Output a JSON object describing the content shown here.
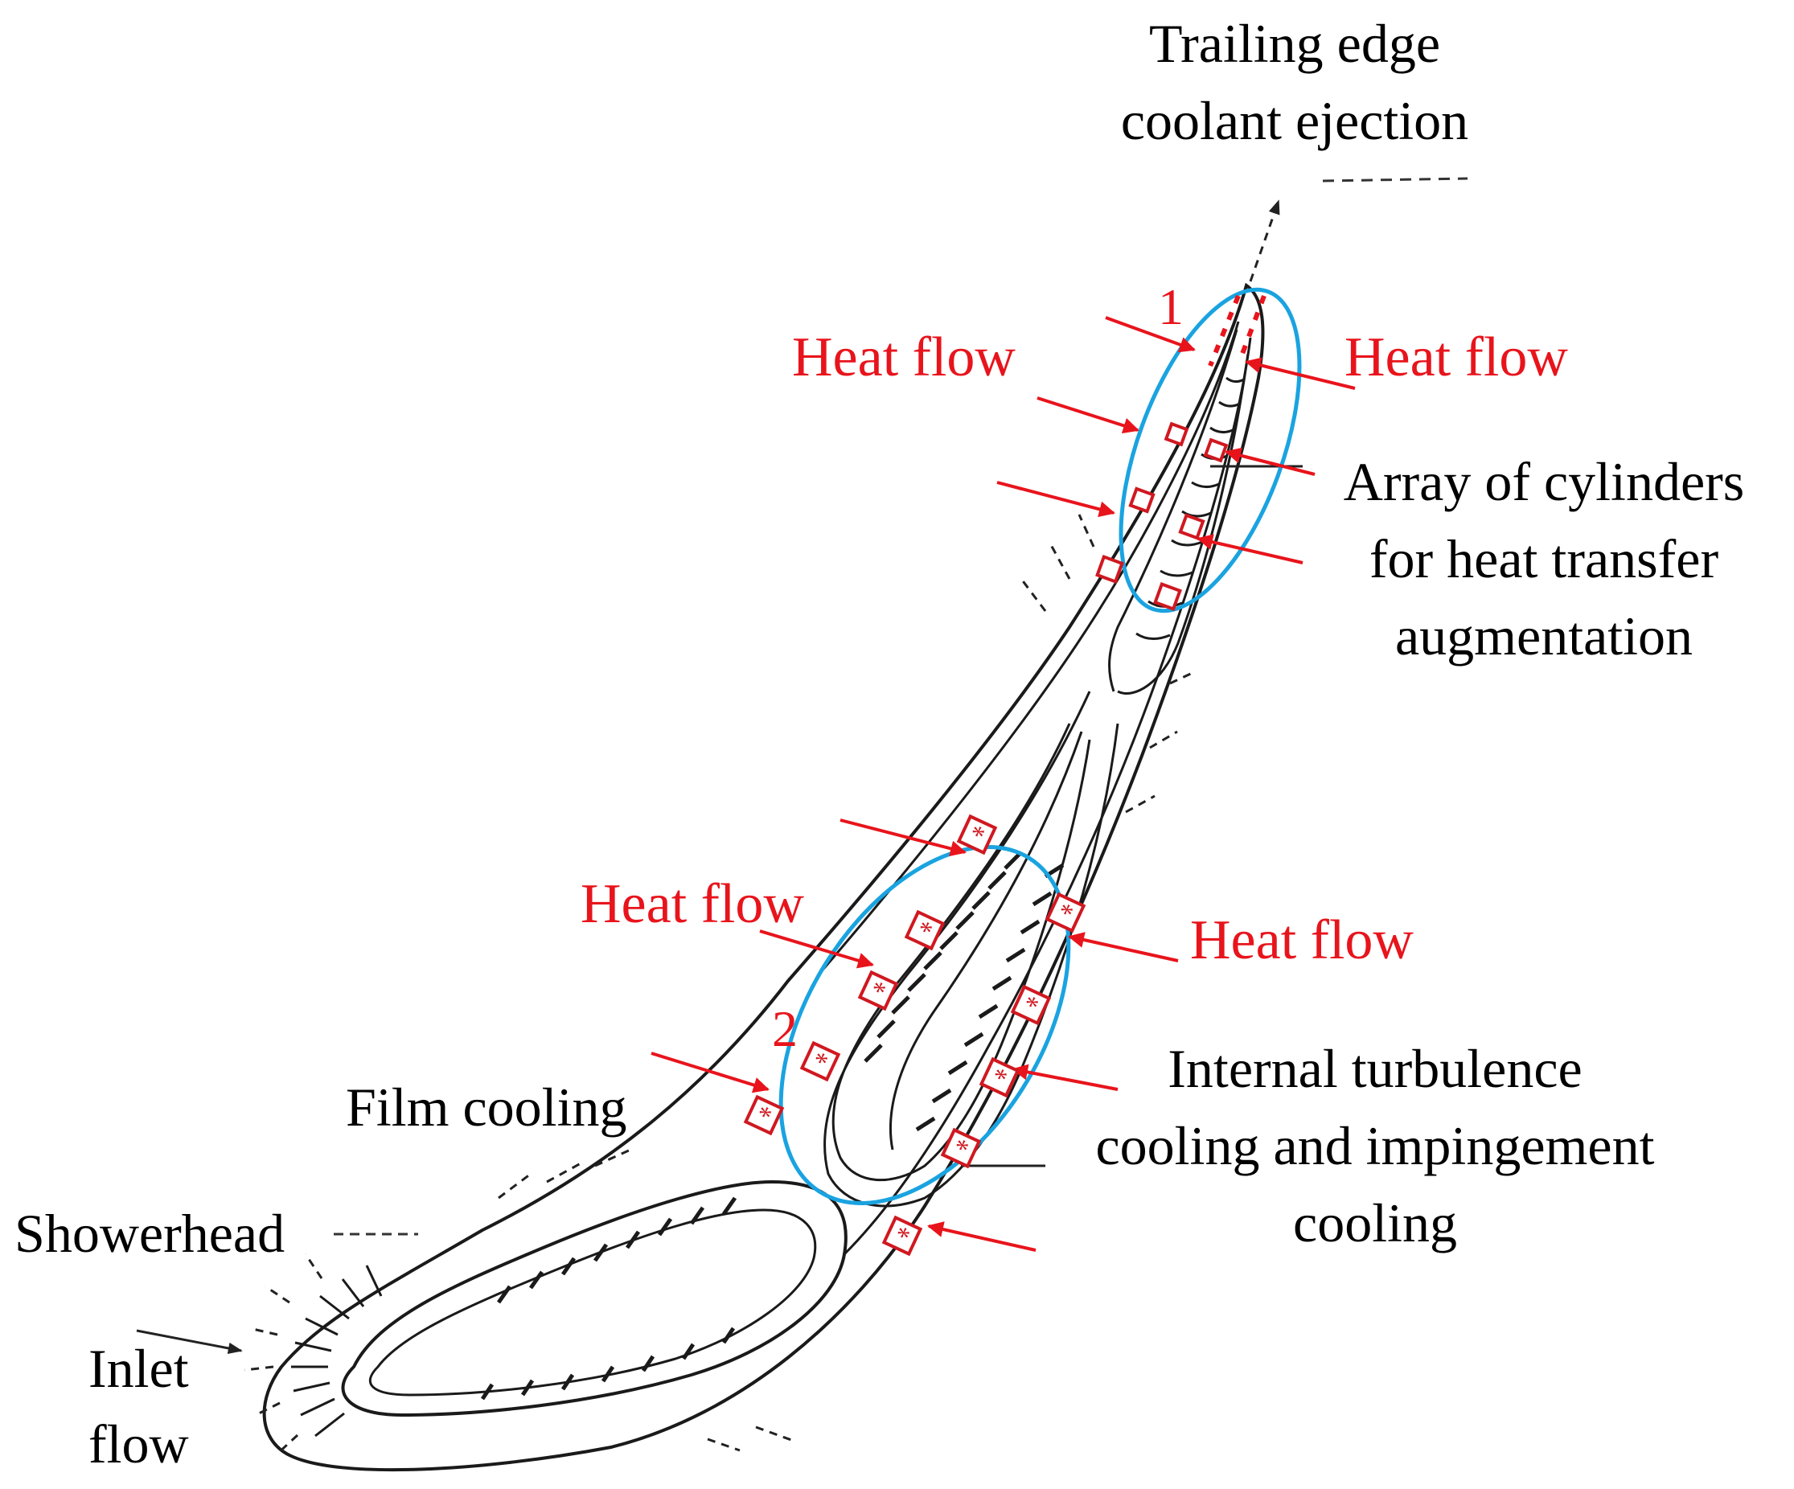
{
  "colors": {
    "outline": "#1a1a1a",
    "heat_arrow": "#e8141c",
    "marker": "#d01820",
    "region_ellipse": "#1aa3e0",
    "label_text": "#000000",
    "heat_label": "#e8141c"
  },
  "labels": {
    "trailing_edge_line1": "Trailing edge",
    "trailing_edge_line2": "coolant ejection",
    "array_line1": "Array of cylinders",
    "array_line2": "for heat transfer",
    "array_line3": "augmentation",
    "internal_line1": "Internal turbulence",
    "internal_line2": "cooling and impingement",
    "internal_line3": "cooling",
    "film_cooling": "Film cooling",
    "showerhead": "Showerhead",
    "inlet_line1": "Inlet",
    "inlet_line2": "flow"
  },
  "heat_flow_labels": [
    "Heat flow",
    "Heat flow",
    "Heat flow",
    "Heat flow"
  ],
  "region_numbers": [
    "1",
    "2"
  ],
  "marker_symbol": "*",
  "icons": {
    "heat_arrow": "arrow-right-icon",
    "measurement_marker": "asterisk-square-icon"
  }
}
